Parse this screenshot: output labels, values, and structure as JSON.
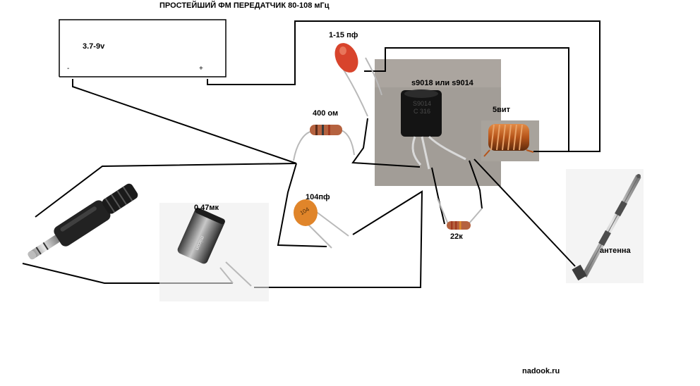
{
  "title": "ПРОСТЕЙШИЙ ФМ ПЕРЕДАТЧИК 80-108 мГц",
  "battery": {
    "voltage": "3.7-9v",
    "minus": "-",
    "plus": "+"
  },
  "capacitor_trimmer": "1-15 пф",
  "resistor_top": "400 ом",
  "transistor": "s9018 или s9014",
  "coil": "5вит",
  "capacitor_ceramic": "104пф",
  "resistor_bottom": "22к",
  "capacitor_electrolytic": "0.47мк",
  "antenna": "антенна",
  "website": "nadook.ru",
  "colors": {
    "wire": "#000000",
    "trimmer_cap": "#d8442c",
    "ceramic_cap": "#e0852a",
    "resistor_body": "#b5623f",
    "copper_coil": "#b5541a",
    "transistor_body": "#161616",
    "photo_background": "#a19c96",
    "antenna_metal": "#8c8c8c",
    "jack_plug": "#222222"
  }
}
